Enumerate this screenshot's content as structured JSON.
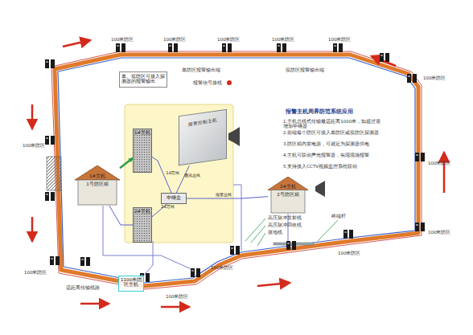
{
  "diagram": {
    "nodes": [
      {
        "text": [
          "1#主机",
          "1号防区箱"
        ]
      },
      {
        "text": [
          "1#主机"
        ]
      },
      {
        "text": [
          "2#主机"
        ]
      },
      {
        "text": [
          "报警控制主机"
        ]
      },
      {
        "text": [
          "中继盒"
        ]
      },
      {
        "text": [
          "2#主机",
          "2号防区箱"
        ]
      },
      {
        "text": [
          "单、双防区可接入探测器的报警输出"
        ]
      },
      {
        "text": [
          "1100米防区主机"
        ]
      }
    ],
    "edges": [
      {
        "from": 0,
        "to": 1,
        "arrow": "to"
      },
      {
        "from": 0,
        "to": 2,
        "arrow": "none"
      },
      {
        "from": 1,
        "to": 4,
        "label": "14芯线",
        "arrow": "none"
      },
      {
        "from": 2,
        "to": 4,
        "label": "24芯线",
        "arrow": "none"
      },
      {
        "from": 4,
        "to": 3,
        "label": "通讯总线",
        "arrow": "none"
      },
      {
        "from": 4,
        "to": 5,
        "label": "报警总线",
        "arrow": "none"
      }
    ],
    "labels": [
      "100米防区",
      "100米防区",
      "100米防区",
      "100米防区",
      "100米防区",
      "100米防区",
      "100米防区",
      "100米防区",
      "100米防区",
      "100米防区",
      "100米防区",
      "100米防区",
      "100米防区",
      "单防区报警输出端",
      "报警信号接线",
      "双防区报警输出端",
      "报警主机周界防范系统应用",
      "1.主机总线式传输最远距离1000米，如超过需增加中继器",
      "2.前端每个防区可接入单防区或双防区探测器",
      "3.防区箱内置电源，可就近为探测器供电",
      "4.主机可联动声光报警器，实现现场报警",
      "5.支持接入CCTV视频监控系统联动",
      "高压脉冲发射线",
      "高压脉冲回收线",
      "接地线",
      "终端杆",
      "远距离传输线路"
    ]
  }
}
